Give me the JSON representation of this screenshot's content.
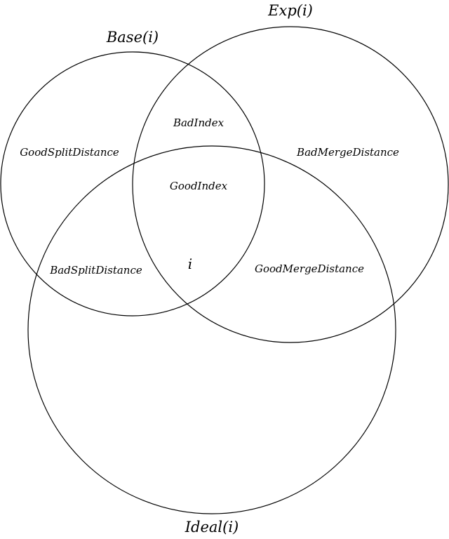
{
  "sets": {
    "base": "Base(i)",
    "exp": "Exp(i)",
    "ideal": "Ideal(i)"
  },
  "regions": {
    "bad_index": "BadIndex",
    "good_index": "GoodIndex",
    "good_split_distance": "GoodSplitDistance",
    "bad_merge_distance": "BadMergeDistance",
    "bad_split_distance": "BadSplitDistance",
    "good_merge_distance": "GoodMergeDistance"
  },
  "element": "i",
  "colors": {
    "stroke": "#000000",
    "background": "#ffffff"
  }
}
